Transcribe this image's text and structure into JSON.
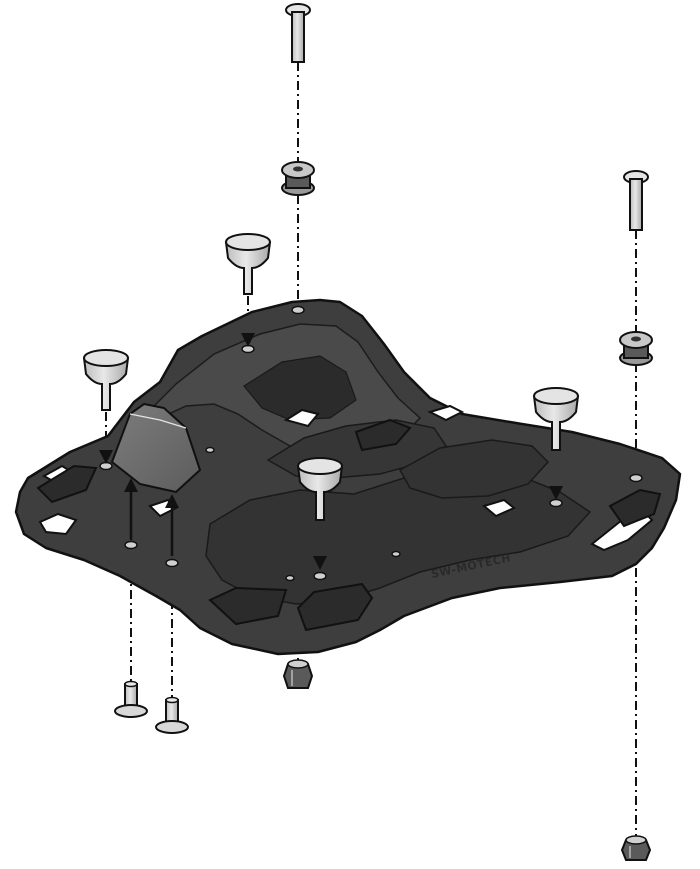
{
  "diagram": {
    "brand_label": "SW-MOTECH",
    "colors": {
      "background": "#ffffff",
      "rack": "#3e3e3e",
      "rack_dark": "#2b2b2b",
      "rack_light": "#4a4a4a",
      "hardware": "#cfcfcf",
      "hardware_dark": "#9a9a9a",
      "outline": "#111111",
      "guide_line": "#111111",
      "cutout": "#ffffff"
    },
    "parts": [
      {
        "name": "top-screw-left",
        "icon": "screw-icon"
      },
      {
        "name": "rubber-spacer-left",
        "icon": "spacer-icon"
      },
      {
        "name": "top-screw-right",
        "icon": "screw-icon"
      },
      {
        "name": "rubber-spacer-right",
        "icon": "spacer-icon"
      },
      {
        "name": "mushroom-pin-1",
        "icon": "pin-icon"
      },
      {
        "name": "mushroom-pin-2",
        "icon": "pin-icon"
      },
      {
        "name": "mushroom-pin-3",
        "icon": "pin-icon"
      },
      {
        "name": "mushroom-pin-4",
        "icon": "pin-icon"
      },
      {
        "name": "wedge-block",
        "icon": "wedge-icon"
      },
      {
        "name": "bottom-bolt-1",
        "icon": "bolt-icon"
      },
      {
        "name": "bottom-bolt-2",
        "icon": "bolt-icon"
      },
      {
        "name": "hex-nut-center",
        "icon": "nut-icon"
      },
      {
        "name": "hex-nut-right",
        "icon": "nut-icon"
      }
    ]
  }
}
